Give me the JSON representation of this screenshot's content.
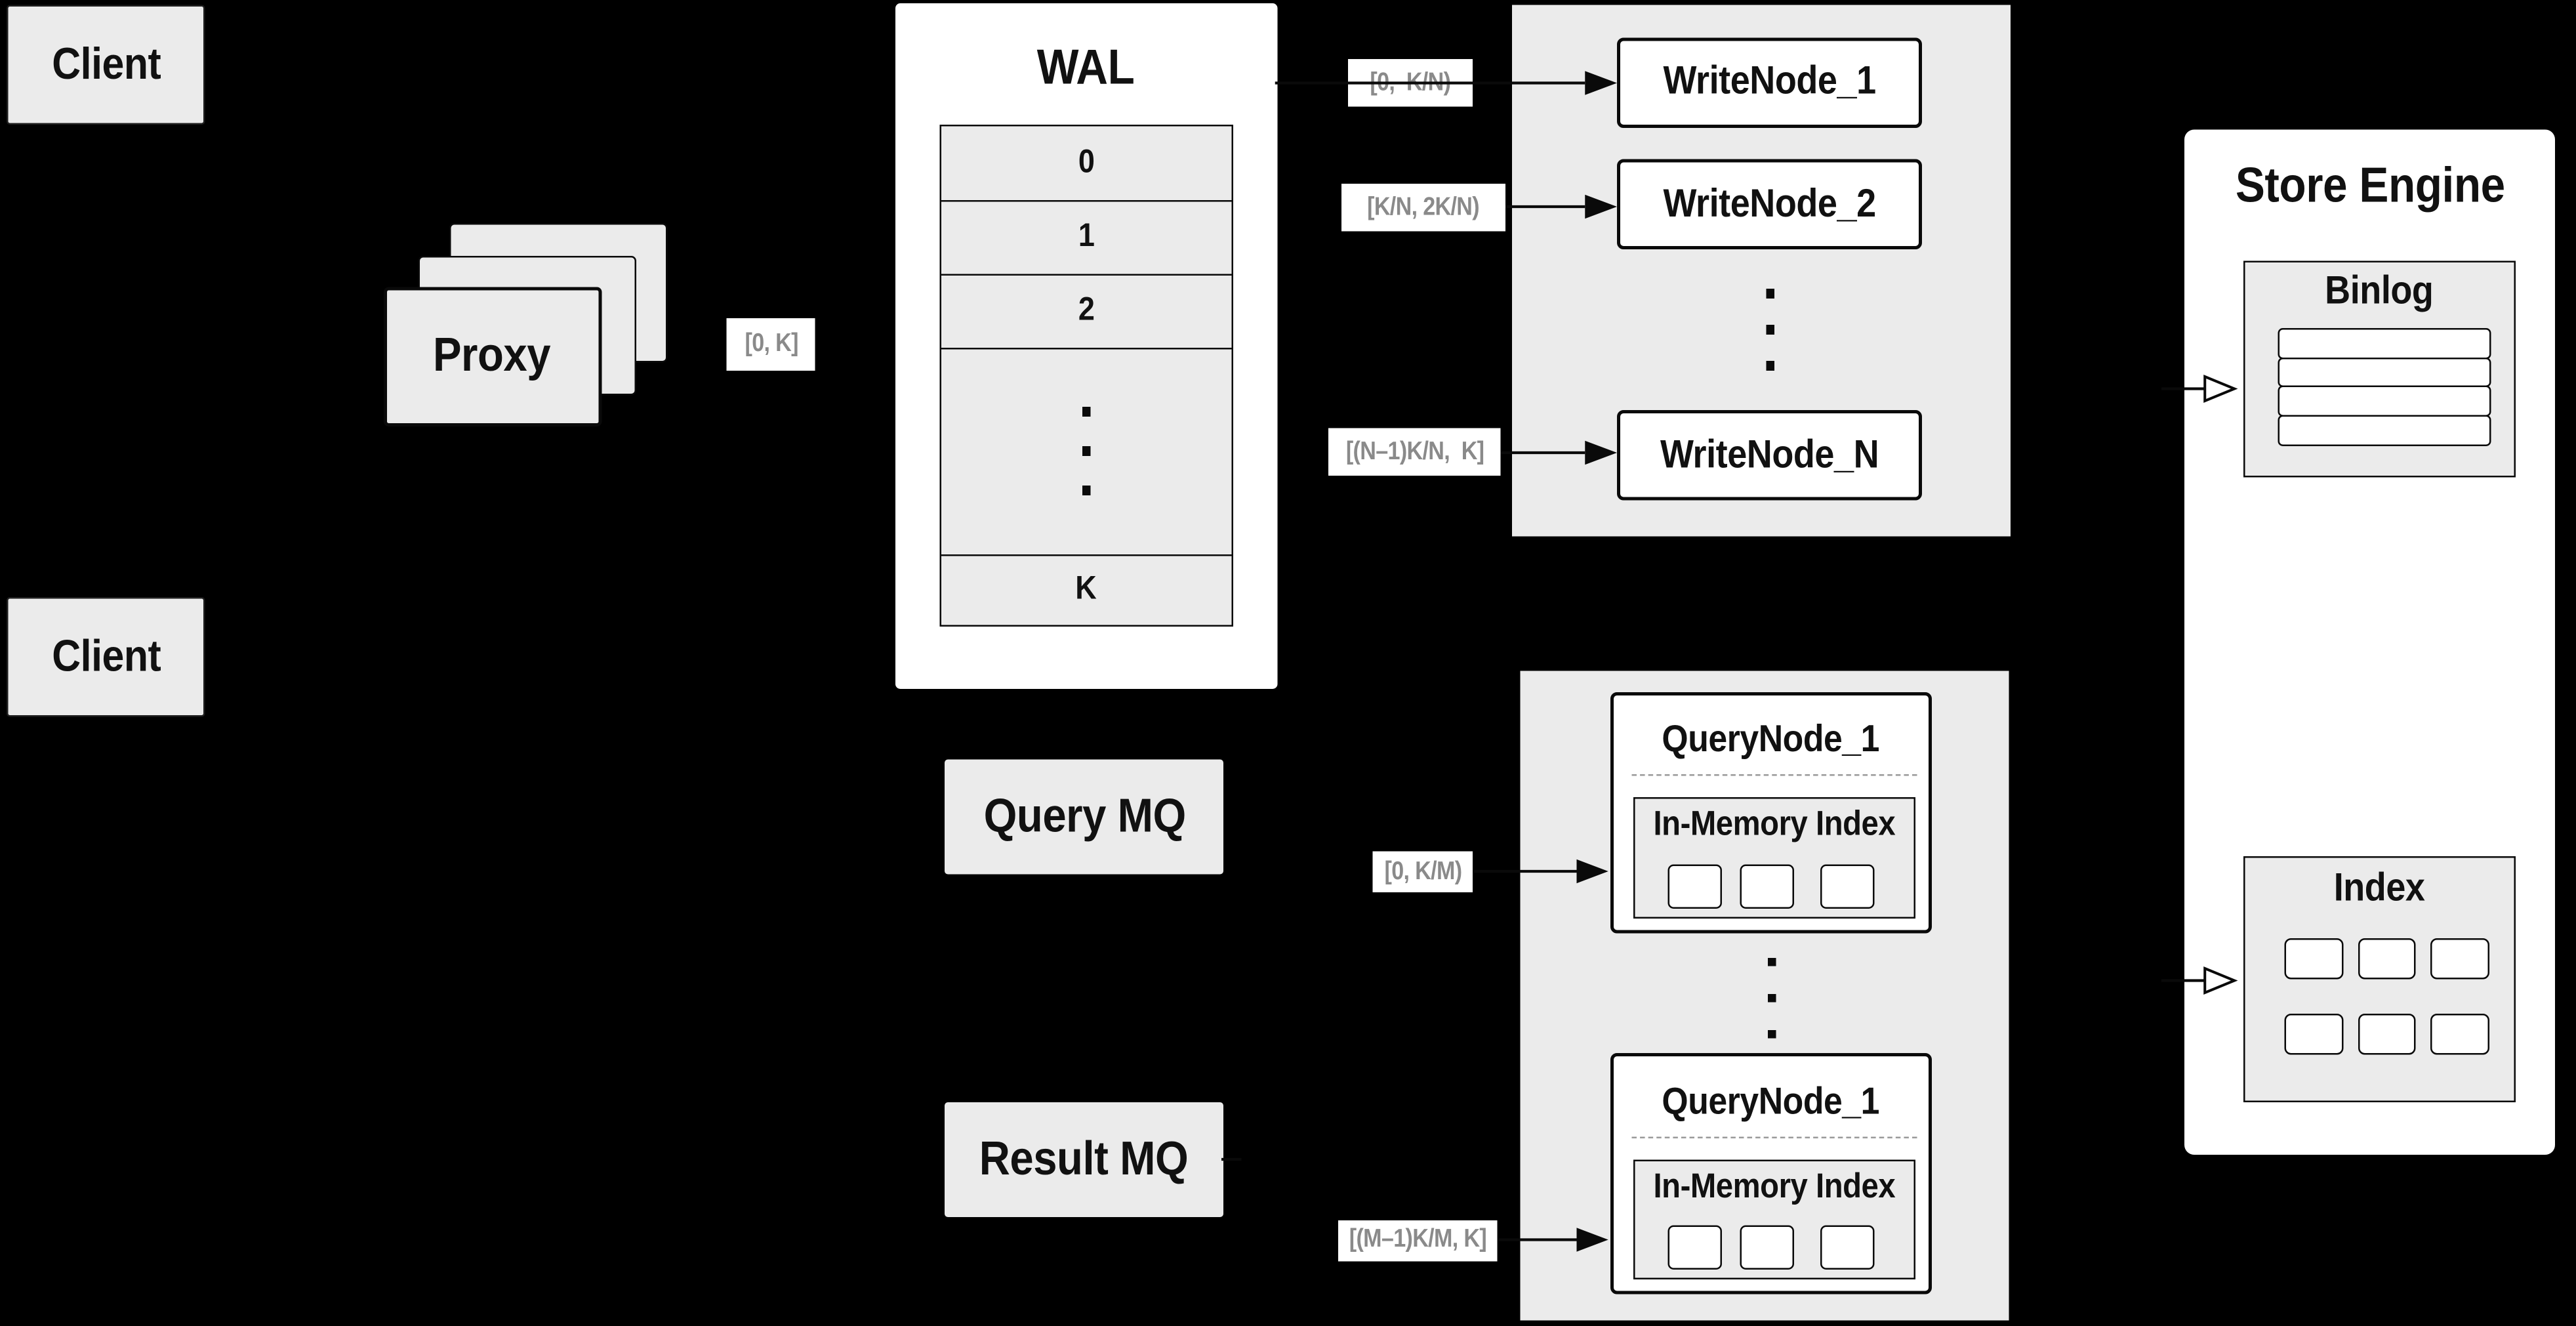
{
  "colors": {
    "background": "#000000",
    "panel_white": "#ffffff",
    "box_gray": "#ebebeb",
    "border_dark": "#0a0a0a",
    "label_gray": "#8a8a8a",
    "dash_gray": "#9a9a9a",
    "text_dark": "#111111"
  },
  "client_top": {
    "label": "Client"
  },
  "client_bottom": {
    "label": "Client"
  },
  "proxy": {
    "label": "Proxy",
    "range_label": "[0, K]"
  },
  "wal": {
    "title": "WAL",
    "segments": [
      "0",
      "1",
      "2"
    ],
    "last_segment": "K"
  },
  "write_group": {
    "nodes": [
      {
        "label": "WriteNode_1",
        "range": "[0,  K/N)"
      },
      {
        "label": "WriteNode_2",
        "range": "[K/N, 2K/N)"
      },
      {
        "label": "WriteNode_N",
        "range": "[(N–1)K/N,  K]"
      }
    ]
  },
  "query_mq": {
    "label": "Query MQ"
  },
  "result_mq": {
    "label": "Result MQ"
  },
  "query_group": {
    "nodes": [
      {
        "label": "QueryNode_1",
        "memory_label": "In-Memory Index",
        "range": "[0, K/M)"
      },
      {
        "label": "QueryNode_1",
        "memory_label": "In-Memory Index",
        "range": "[(M–1)K/M, K]"
      }
    ]
  },
  "store_engine": {
    "title": "Store Engine",
    "binlog": {
      "title": "Binlog"
    },
    "index": {
      "title": "Index"
    }
  }
}
